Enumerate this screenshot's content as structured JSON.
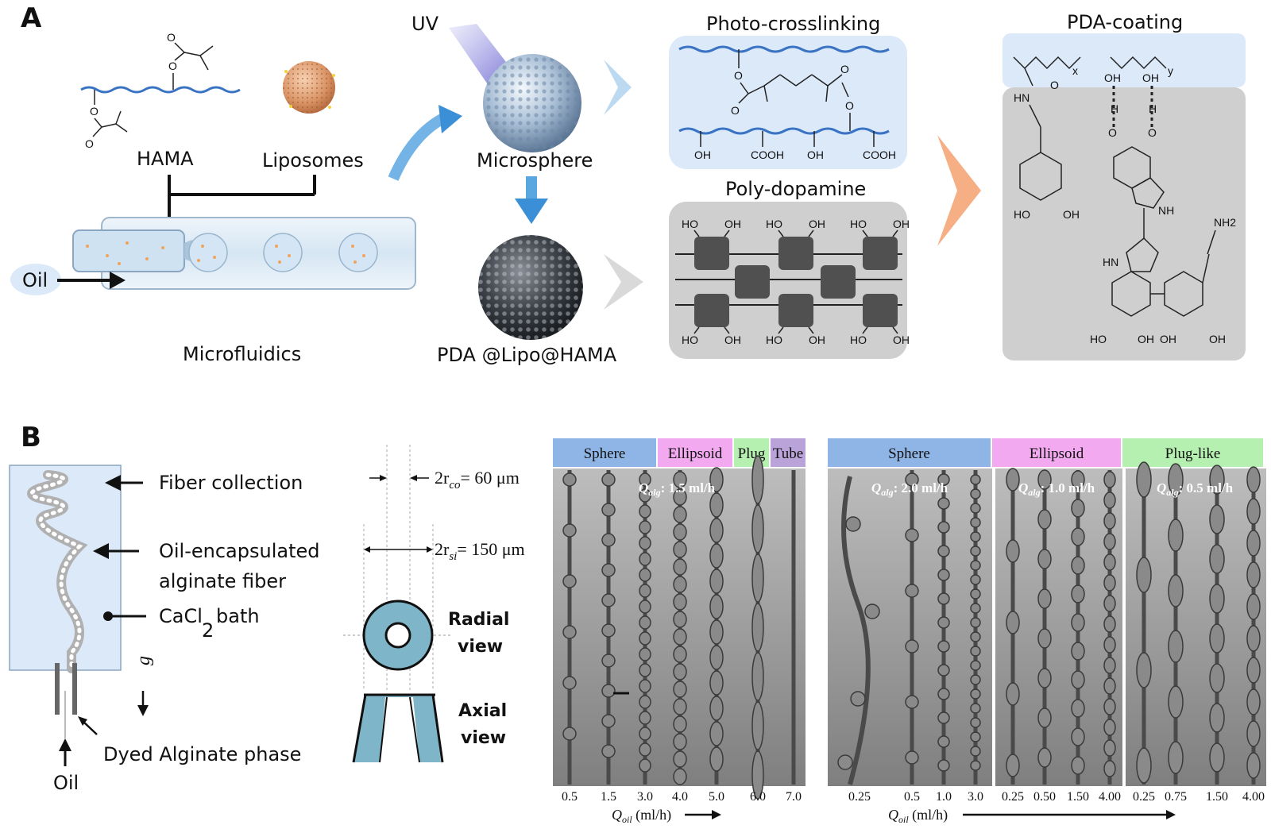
{
  "panel_a": {
    "letter": "A",
    "labels": {
      "uv": "UV",
      "hama": "HAMA",
      "liposomes": "Liposomes",
      "oil": "Oil",
      "microfluidics": "Microfluidics",
      "microsphere": "Microsphere",
      "pda_lipo_hama": "PDA @Lipo@HAMA",
      "photo_crosslinking": "Photo-crosslinking",
      "poly_dopamine": "Poly-dopamine",
      "pda_coating": "PDA-coating"
    },
    "chem": {
      "oh": "OH",
      "cooh": "COOH",
      "ho": "HO",
      "hn": "HN",
      "nh": "NH",
      "h": "H",
      "o": "O",
      "nh2": "NH2",
      "x": "x",
      "y": "y"
    },
    "colors": {
      "chain_blue": "#3a73c4",
      "box_blue": "#dbe9f8",
      "box_grey": "#cfcfcf",
      "pda_node": "#505050",
      "arrow_blue": "#3a8fd6",
      "arrow_orange": "#f4a070"
    }
  },
  "panel_b": {
    "letter": "B",
    "labels": {
      "fiber_collection": "Fiber collection",
      "oil_encapsulated": "Oil-encapsulated",
      "alginate_fiber": "alginate fiber",
      "cacl": "CaCl",
      "cacl_sub": "2",
      "bath": "bath",
      "g": "g",
      "dyed_alginate": "Dyed Alginate phase",
      "oil": "Oil",
      "rco": "2r",
      "rco_sub": "co",
      "rco_value": "= 60 μm",
      "rsi": "2r",
      "rsi_sub": "si",
      "rsi_value": "= 150 μm",
      "radial": "Radial",
      "radial_view": "view",
      "axial": "Axial",
      "axial_view": "view"
    },
    "figure_left": {
      "segments": [
        {
          "label": "Sphere",
          "color": "#8fb4e6"
        },
        {
          "label": "Ellipsoid",
          "color": "#f2a9ef"
        },
        {
          "label": "Plug",
          "color": "#b5f0b0"
        },
        {
          "label": "Tube",
          "color": "#b9a3d8"
        }
      ],
      "q_alg": "Q",
      "q_alg_sub": "alg",
      "q_alg_value": ": 1.5 ml/h",
      "ticks": [
        "0.5",
        "1.5",
        "3.0",
        "4.0",
        "5.0",
        "6.0",
        "7.0"
      ],
      "axis_label": "Q",
      "axis_label_sub": "oil",
      "axis_unit": " (ml/h)"
    },
    "figure_right": {
      "segments": [
        {
          "label": "Sphere",
          "color": "#8fb4e6"
        },
        {
          "label": "Ellipsoid",
          "color": "#f2a9ef"
        },
        {
          "label": "Plug-like",
          "color": "#b5f0b0"
        }
      ],
      "groups": [
        {
          "q_alg_value": ": 2.0 ml/h",
          "ticks": [
            "0.25",
            "0.5",
            "1.0",
            "3.0"
          ]
        },
        {
          "q_alg_value": ": 1.0 ml/h",
          "ticks": [
            "0.25",
            "0.50",
            "1.50",
            "4.00"
          ]
        },
        {
          "q_alg_value": ": 0.5 ml/h",
          "ticks": [
            "0.25",
            "0.75",
            "1.50",
            "4.00"
          ]
        }
      ],
      "q_alg": "Q",
      "q_alg_sub": "alg",
      "axis_label": "Q",
      "axis_label_sub": "oil",
      "axis_unit": " (ml/h)"
    }
  }
}
